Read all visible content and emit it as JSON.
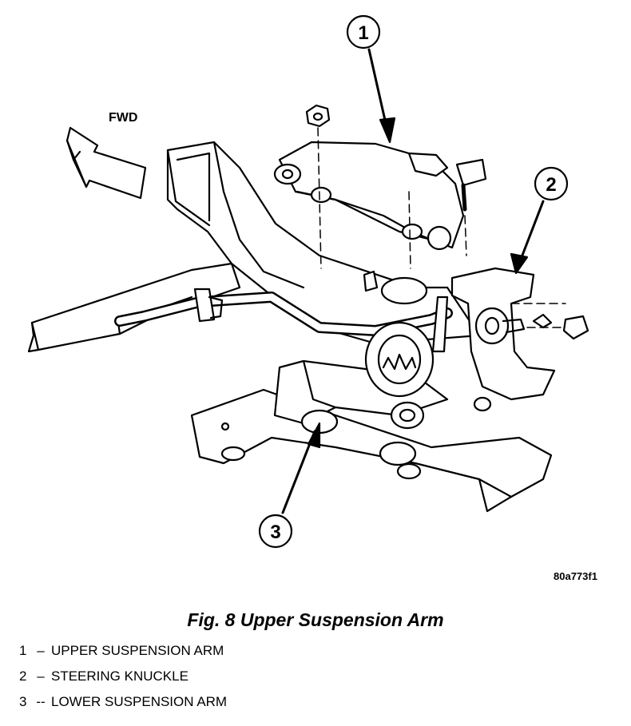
{
  "figure": {
    "direction_label": "FWD",
    "callouts": [
      "1",
      "2",
      "3"
    ],
    "image_code": "80a773f1",
    "caption": "Fig. 8 Upper Suspension Arm"
  },
  "legend": [
    {
      "num": "1",
      "sep": "–",
      "label": "UPPER SUSPENSION ARM"
    },
    {
      "num": "2",
      "sep": "–",
      "label": "STEERING KNUCKLE"
    },
    {
      "num": "3",
      "sep": "--",
      "label": "LOWER SUSPENSION ARM"
    }
  ]
}
